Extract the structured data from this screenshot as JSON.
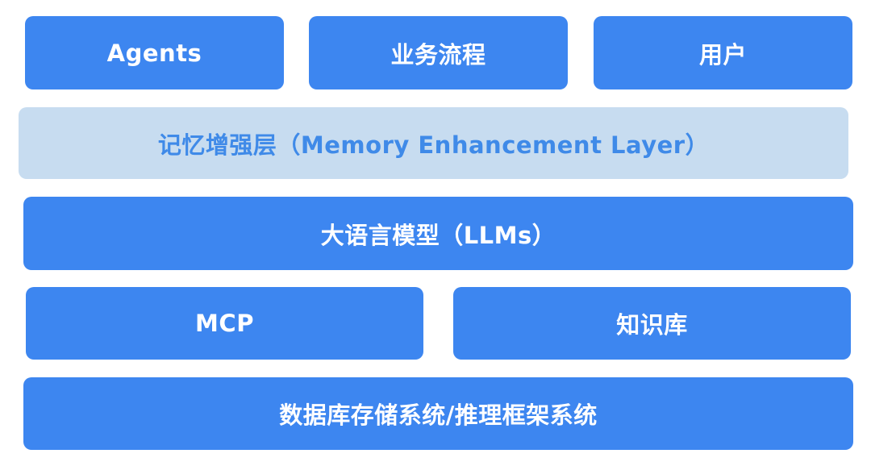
{
  "colors": {
    "block_blue": "#3d86f0",
    "block_light": "#c7dcf0",
    "text_white": "#ffffff",
    "text_blue": "#3f8ae8"
  },
  "top_row": {
    "agents": "Agents",
    "business_process": "业务流程",
    "users": "用户"
  },
  "memory_layer": "记忆增强层（Memory Enhancement Layer）",
  "llm_layer": "大语言模型（LLMs）",
  "middle_row": {
    "mcp": "MCP",
    "knowledge_base": "知识库"
  },
  "storage_layer": "数据库存储系统/推理框架系统"
}
